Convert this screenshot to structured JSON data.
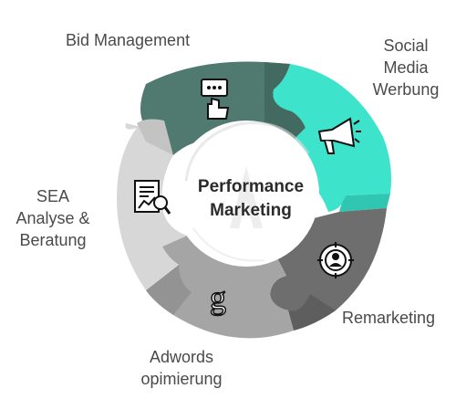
{
  "center": {
    "line1": "Performance",
    "line2": "Marketing"
  },
  "segments": [
    {
      "id": "bid",
      "lines": [
        "Bid Management"
      ],
      "color": "#4f7a70",
      "icon": "thumb-dialog-icon"
    },
    {
      "id": "social",
      "lines": [
        "Social",
        "Media",
        "Werbung"
      ],
      "color": "#35e0c8",
      "icon": "megaphone-icon"
    },
    {
      "id": "remarketing",
      "lines": [
        "Remarketing"
      ],
      "color": "#6f6f6f",
      "icon": "target-person-icon"
    },
    {
      "id": "adwords",
      "lines": [
        "Adwords",
        "opimierung"
      ],
      "color": "#a6a6a6",
      "icon": "google-g-icon"
    },
    {
      "id": "sea",
      "lines": [
        "SEA",
        "Analyse &",
        "Beratung"
      ],
      "color": "#d6d6d6",
      "icon": "report-chart-icon"
    }
  ]
}
